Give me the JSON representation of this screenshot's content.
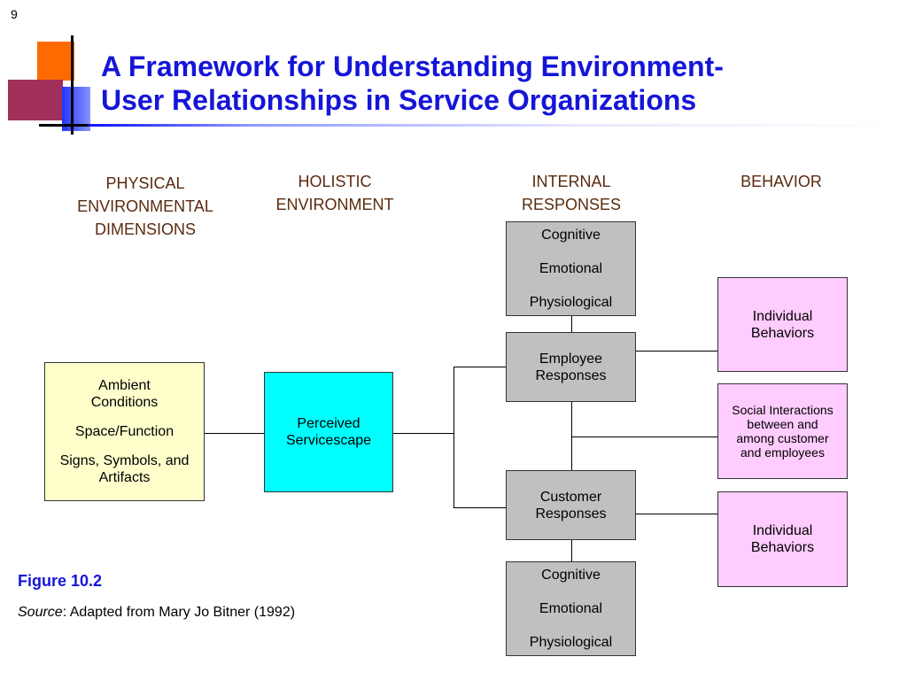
{
  "slide_number": "9",
  "title": {
    "line1": "A Framework for Understanding Environment-",
    "line2": "User Relationships in Service Organizations"
  },
  "columns": {
    "physical": "PHYSICAL\nENVIRONMENTAL\nDIMENSIONS",
    "holistic": "HOLISTIC\nENVIRONMENT",
    "internal": "INTERNAL\nRESPONSES",
    "behavior": "BEHAVIOR"
  },
  "boxes": {
    "dimensions": {
      "line1": "Ambient Conditions",
      "line2": "Space/Function",
      "line3": "Signs, Symbols, and Artifacts"
    },
    "servicescape": "Perceived Servicescape",
    "employee_internal": {
      "line1": "Cognitive",
      "line2": "Emotional",
      "line3": "Physiological"
    },
    "employee_responses": "Employee Responses",
    "customer_responses": "Customer Responses",
    "customer_internal": {
      "line1": "Cognitive",
      "line2": "Emotional",
      "line3": "Physiological"
    },
    "employee_behaviors": "Individual Behaviors",
    "social_interactions": "Social Interactions between and among customer and employees",
    "customer_behaviors": "Individual Behaviors"
  },
  "figure_label": "Figure 10.2",
  "source": {
    "prefix": "Source",
    "text": ": Adapted from Mary Jo Bitner (1992)"
  },
  "colors": {
    "title": "#1515d8",
    "column_header": "#5a2b0e",
    "dimensions_fill": "#ffffcc",
    "servicescape_fill": "#00ffff",
    "response_fill": "#c0c0c0",
    "behavior_fill": "#ffccff"
  }
}
